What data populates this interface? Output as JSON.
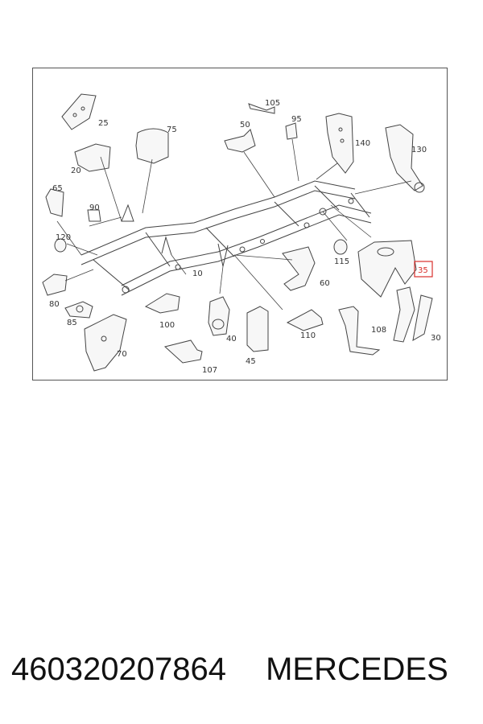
{
  "diagram": {
    "callouts": [
      "25",
      "75",
      "105",
      "50",
      "95",
      "140",
      "130",
      "20",
      "65",
      "90",
      "120",
      "115",
      "35",
      "10",
      "60",
      "80",
      "85",
      "100",
      "40",
      "45",
      "110",
      "108",
      "30",
      "70",
      "107"
    ],
    "highlighted_callout": "35",
    "highlight_color": "#d9302c"
  },
  "caption": {
    "part_number": "460320207864",
    "brand": "MERCEDES"
  }
}
